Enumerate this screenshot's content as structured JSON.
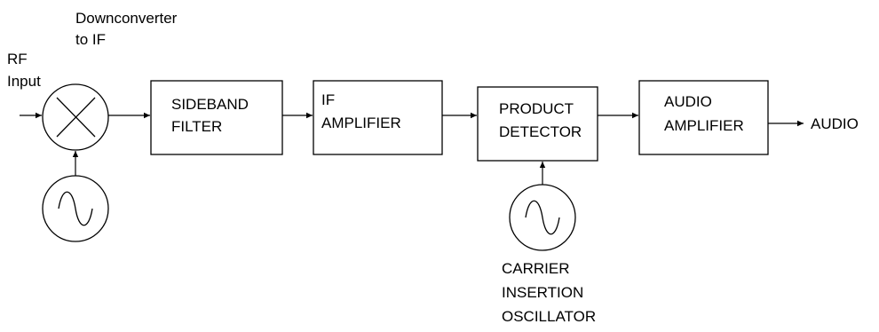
{
  "labels": {
    "downconverter": [
      "Downconverter",
      "to IF"
    ],
    "rf_input": [
      "RF",
      "Input"
    ],
    "output": "AUDIO",
    "cio": [
      "CARRIER",
      "INSERTION",
      "OSCILLATOR"
    ]
  },
  "blocks": {
    "sideband_filter": [
      "SIDEBAND",
      "FILTER"
    ],
    "if_amplifier": [
      "IF",
      "AMPLIFIER"
    ],
    "product_detector": [
      "PRODUCT",
      "DETECTOR"
    ],
    "audio_amplifier": [
      "AUDIO",
      "AMPLIFIER"
    ]
  },
  "icons": {
    "mixer": "mixer-x-icon",
    "local_oscillator": "sine-wave-icon",
    "carrier_oscillator": "sine-wave-icon"
  }
}
